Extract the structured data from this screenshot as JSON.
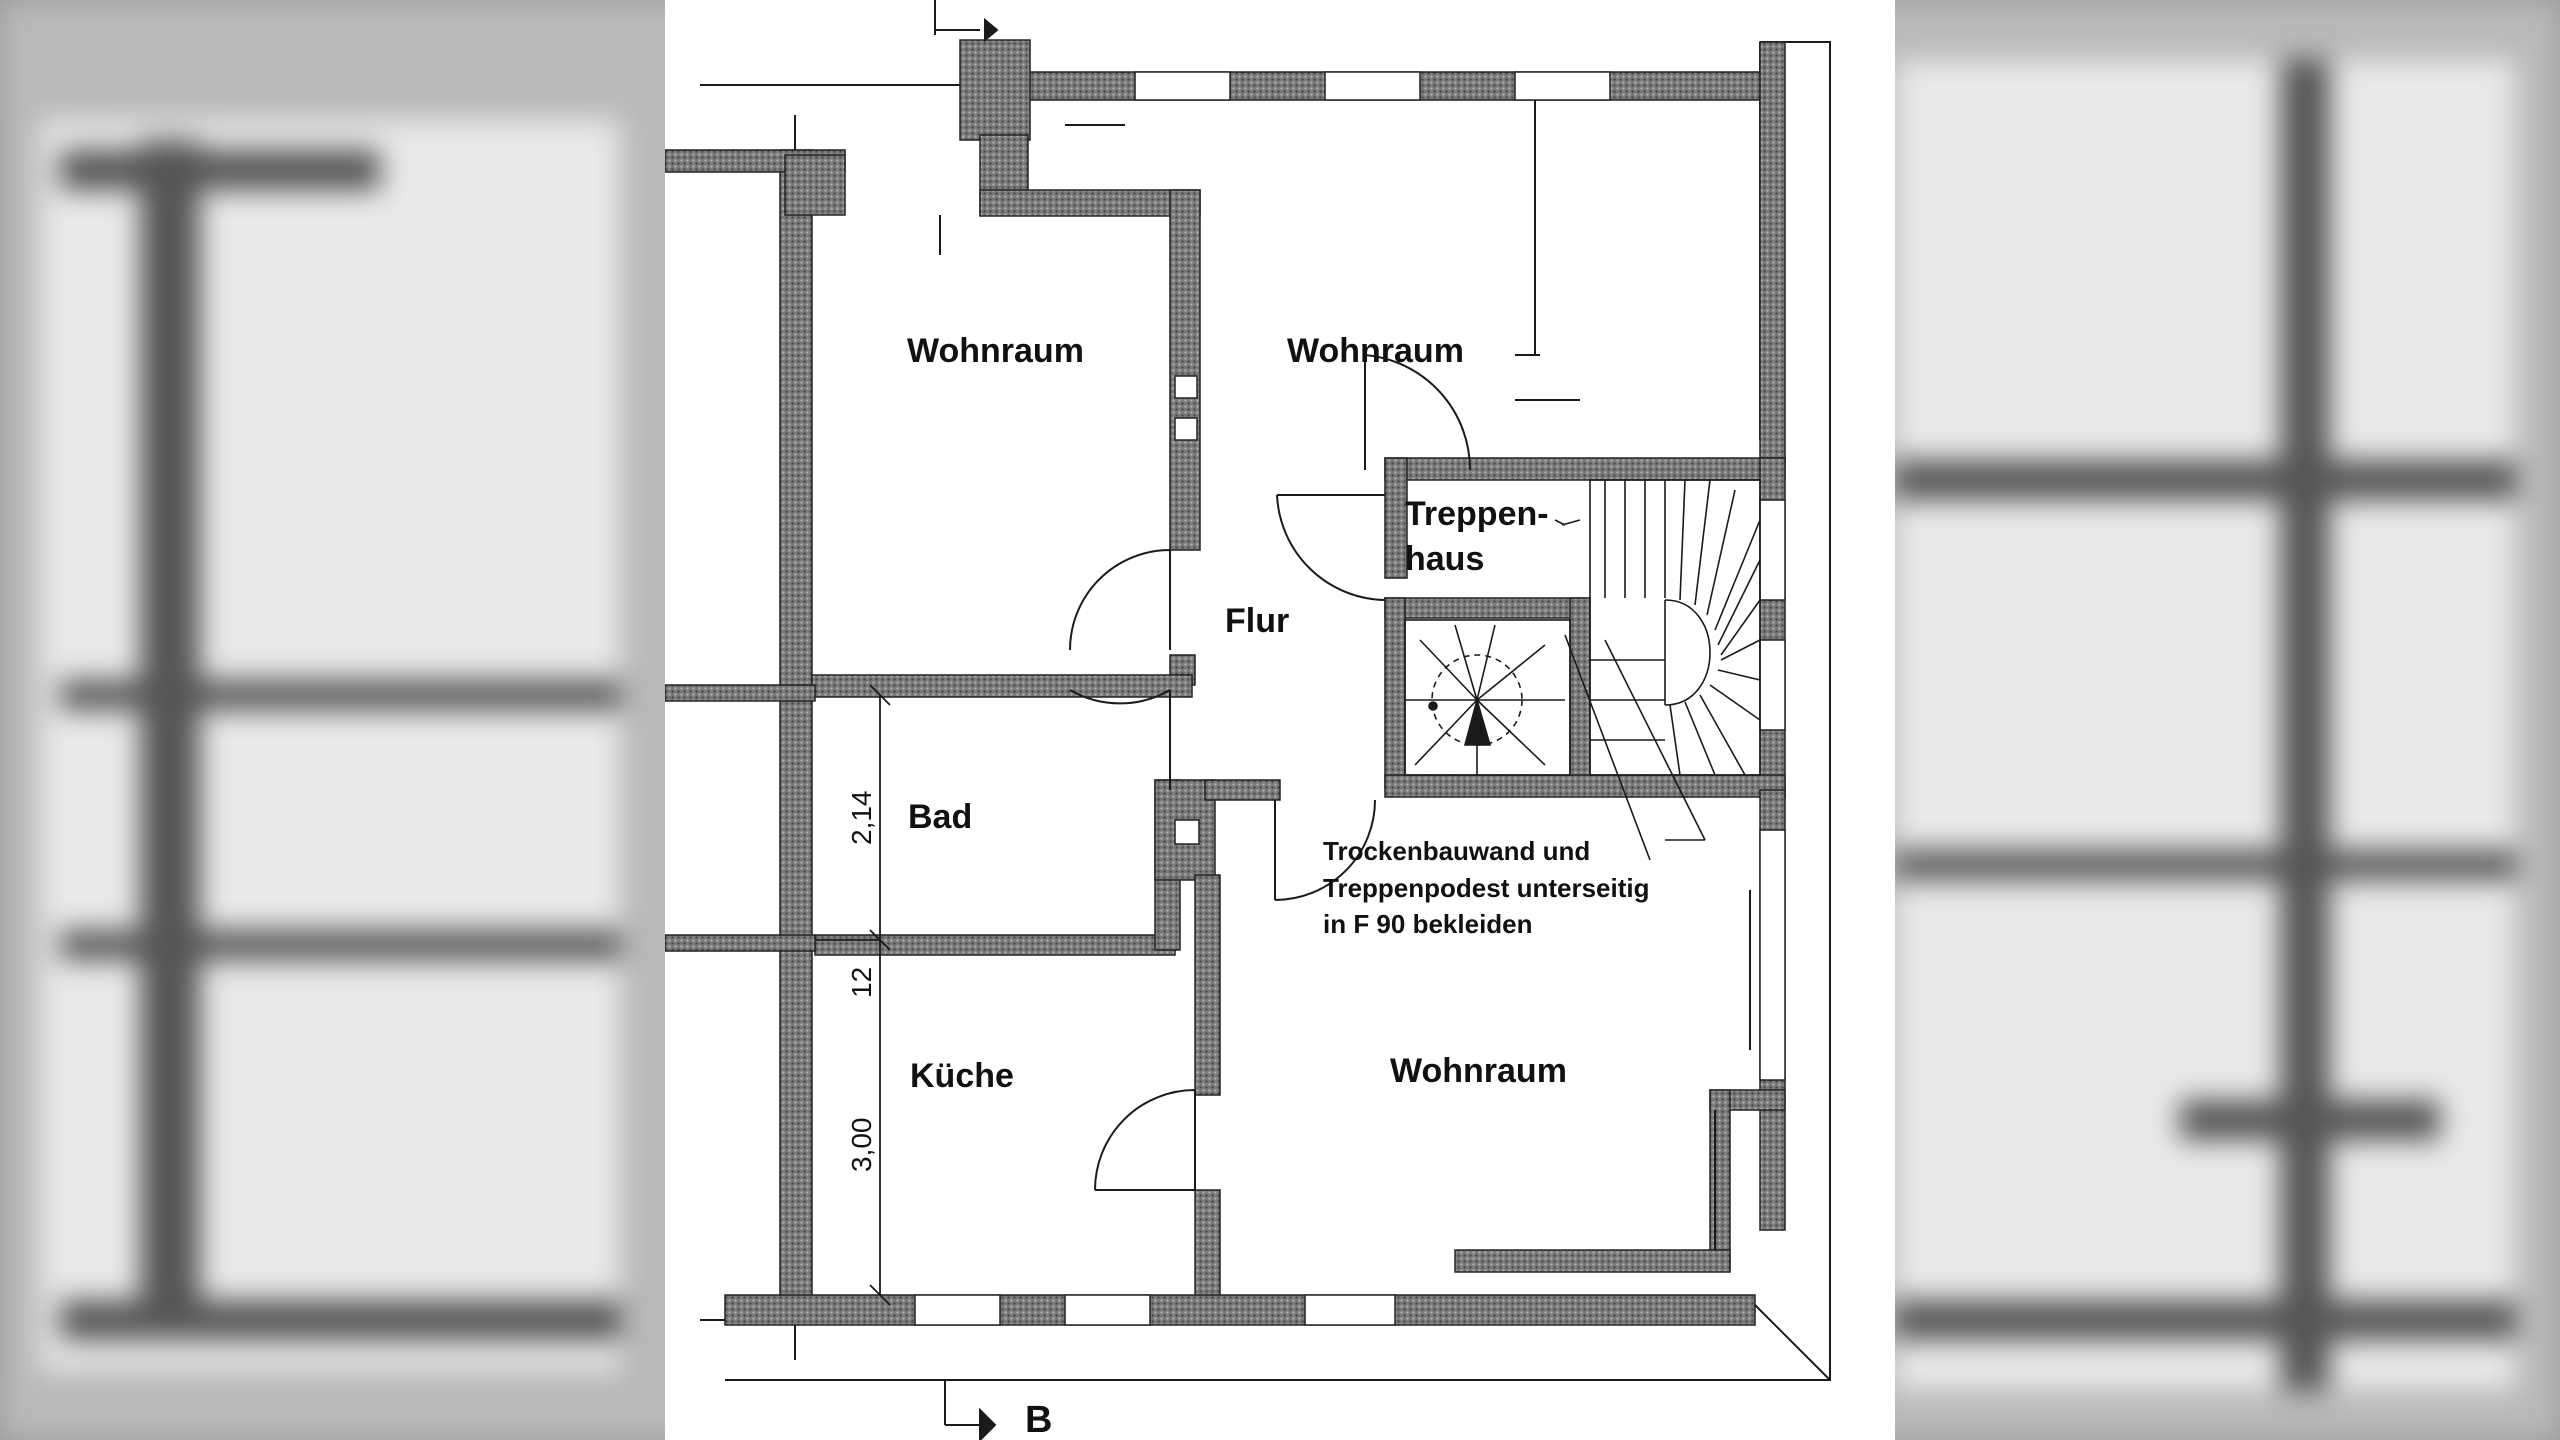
{
  "rooms": {
    "wohnraum_top_left": "Wohnraum",
    "wohnraum_top_right": "Wohnraum",
    "treppenhaus_line1": "Treppen-",
    "treppenhaus_line2": "haus",
    "flur": "Flur",
    "bad": "Bad",
    "kueche": "Küche",
    "wohnraum_bottom": "Wohnraum"
  },
  "note": {
    "line1": "Trockenbauwand und",
    "line2": "Treppenpodest unterseitig",
    "line3": "in F 90 bekleiden"
  },
  "dimensions": {
    "bad_width": "2,14",
    "wall_thickness": "12",
    "kueche_width": "3,00"
  },
  "section_marker": "B",
  "colors": {
    "wall": "#6f6f6f",
    "line": "#1a1a1a",
    "paper": "#ffffff"
  }
}
